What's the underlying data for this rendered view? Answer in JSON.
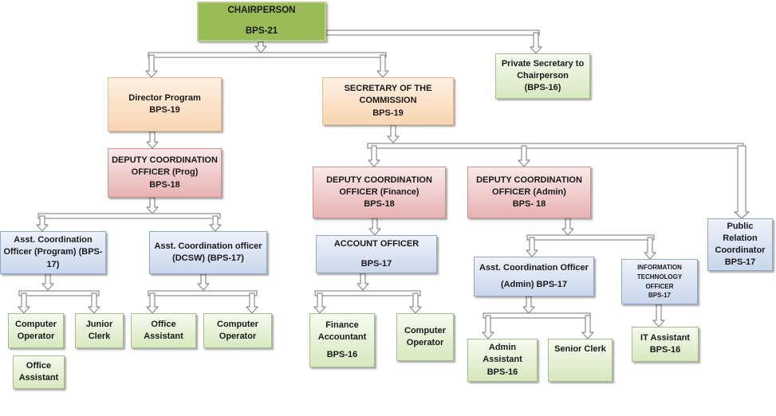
{
  "chart_data": {
    "type": "org-chart",
    "nodes": [
      {
        "id": "chairperson",
        "lines": [
          "CHAIRPERSON",
          "BPS-21"
        ]
      },
      {
        "id": "private_secretary",
        "lines": [
          "Private Secretary to",
          "Chairperson",
          "(BPS-16)"
        ]
      },
      {
        "id": "director_program",
        "lines": [
          "Director Program",
          "BPS-19"
        ]
      },
      {
        "id": "secretary_commission",
        "lines": [
          "SECRETARY OF THE",
          "COMMISSION",
          "BPS-19"
        ]
      },
      {
        "id": "dco_prog",
        "lines": [
          "DEPUTY COORDINATION",
          "OFFICER (Prog)",
          "BPS-18"
        ]
      },
      {
        "id": "dco_finance",
        "lines": [
          "DEPUTY COORDINATION",
          "OFFICER (Finance)",
          "BPS-18"
        ]
      },
      {
        "id": "dco_admin",
        "lines": [
          "DEPUTY COORDINATION",
          "OFFICER (Admin)",
          "BPS- 18"
        ]
      },
      {
        "id": "prc",
        "lines": [
          "Public",
          "Relation",
          "Coordinator",
          "BPS-17"
        ]
      },
      {
        "id": "aco_program",
        "lines": [
          "Asst. Coordination",
          "Officer (Program) (BPS-",
          "17)"
        ]
      },
      {
        "id": "aco_dcsw",
        "lines": [
          "Asst. Coordination officer",
          "(DCSW) (BPS-17)"
        ]
      },
      {
        "id": "account_officer",
        "lines": [
          "ACCOUNT OFFICER",
          "BPS-17"
        ]
      },
      {
        "id": "aco_admin",
        "lines": [
          "Asst. Coordination Officer",
          "(Admin) BPS-17"
        ]
      },
      {
        "id": "ito",
        "lines": [
          "INFORMATION",
          "TECHNOLOGY",
          "OFFICER",
          "BPS-17"
        ]
      },
      {
        "id": "computer_operator_1",
        "lines": [
          "Computer",
          "Operator"
        ]
      },
      {
        "id": "junior_clerk",
        "lines": [
          "Junior",
          "Clerk"
        ]
      },
      {
        "id": "office_assistant_1",
        "lines": [
          "Office",
          "Assistant"
        ]
      },
      {
        "id": "office_assistant_2",
        "lines": [
          "Office",
          "Assistant"
        ]
      },
      {
        "id": "computer_operator_2",
        "lines": [
          "Computer",
          "Operator"
        ]
      },
      {
        "id": "finance_accountant",
        "lines": [
          "Finance",
          "Accountant",
          "BPS-16"
        ]
      },
      {
        "id": "computer_operator_3",
        "lines": [
          "Computer",
          "Operator"
        ]
      },
      {
        "id": "admin_assistant",
        "lines": [
          "Admin",
          "Assistant",
          "BPS-16"
        ]
      },
      {
        "id": "senior_clerk",
        "lines": [
          "Senior Clerk"
        ]
      },
      {
        "id": "it_assistant",
        "lines": [
          "IT Assistant",
          "BPS-16"
        ]
      }
    ],
    "edges": [
      [
        "chairperson",
        "private_secretary"
      ],
      [
        "chairperson",
        "director_program"
      ],
      [
        "chairperson",
        "secretary_commission"
      ],
      [
        "director_program",
        "dco_prog"
      ],
      [
        "dco_prog",
        "aco_program"
      ],
      [
        "dco_prog",
        "aco_dcsw"
      ],
      [
        "aco_program",
        "computer_operator_1"
      ],
      [
        "aco_program",
        "junior_clerk"
      ],
      [
        "aco_dcsw",
        "office_assistant_2"
      ],
      [
        "aco_dcsw",
        "computer_operator_2"
      ],
      [
        "secretary_commission",
        "dco_finance"
      ],
      [
        "secretary_commission",
        "dco_admin"
      ],
      [
        "secretary_commission",
        "prc"
      ],
      [
        "dco_finance",
        "account_officer"
      ],
      [
        "account_officer",
        "finance_accountant"
      ],
      [
        "account_officer",
        "computer_operator_3"
      ],
      [
        "dco_admin",
        "aco_admin"
      ],
      [
        "dco_admin",
        "ito"
      ],
      [
        "aco_admin",
        "admin_assistant"
      ],
      [
        "aco_admin",
        "senior_clerk"
      ],
      [
        "ito",
        "it_assistant"
      ]
    ]
  }
}
